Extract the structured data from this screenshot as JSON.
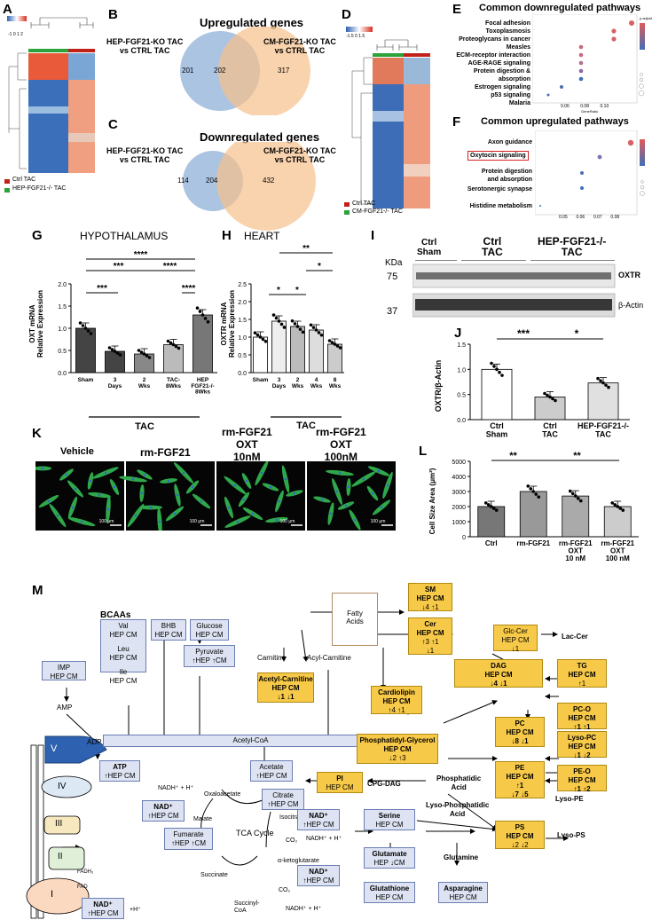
{
  "panels": {
    "A": {
      "letter": "A",
      "legend": [
        "Ctrl TAC",
        "HEP-FGF21-/- TAC"
      ],
      "scale": [
        "-1",
        "0",
        "1",
        "2"
      ],
      "colors": {
        "ctrl": "#c0221a",
        "ko": "#2aa33a"
      }
    },
    "B": {
      "letter": "B",
      "title": "Upregulated genes",
      "left": "HEP-FGF21-KO TAC\nvs CTRL TAC",
      "right": "CM-FGF21-KO TAC\nvs CTRL TAC",
      "n1": "201",
      "n2": "202",
      "n3": "317"
    },
    "C": {
      "letter": "C",
      "title": "Downregulated genes",
      "left": "HEP-FGF21-KO TAC\nvs CTRL TAC",
      "right": "CM-FGF21-KO TAC\nvs CTRL TAC",
      "n1": "114",
      "n2": "204",
      "n3": "432"
    },
    "D": {
      "letter": "D",
      "legend": [
        "Ctrl TAC",
        "CM-FGF21-/- TAC"
      ],
      "scale": [
        "-1.5",
        "0",
        "1.5"
      ]
    },
    "E": {
      "letter": "E",
      "title": "Common downregulated pathways",
      "pathways": [
        "Focal adhesion",
        "Toxoplasmosis",
        "Proteoglycans in cancer",
        "Measles",
        "ECM-receptor interaction",
        "AGE-RAGE signaling",
        "Protein digestion & absorption",
        "Estrogen signaling",
        "p53 signaling",
        "Malaria"
      ],
      "xticks": [
        "0.06",
        "0.08",
        "0.10"
      ],
      "xlabel": "GeneRatio",
      "legend_title": "p.adjust",
      "legend_vals": [
        "0.3",
        "0.2",
        "0.1"
      ],
      "count_title": "Count"
    },
    "F": {
      "letter": "F",
      "title": "Common upregulated pathways",
      "pathways": [
        "Axon guidance",
        "Oxytocin signaling",
        "Protein digestion\nand absorption",
        "Serotonergic synapse",
        "Histidine metabolism"
      ],
      "xticks": [
        "0.05",
        "0.06",
        "0.07",
        "0.08"
      ],
      "xlabel": "GeneRatio",
      "legend_title": "p.adjust",
      "legend_vals": [
        "0.3",
        "0.2",
        "0.1"
      ]
    },
    "G": {
      "letter": "G",
      "title": "HYPOTHALAMUS",
      "ylabel": "OXT mRNA\nRelative Expression",
      "yticks": [
        "0.0",
        "0.5",
        "1.0",
        "1.5",
        "2.0"
      ],
      "categories": [
        "Sham",
        "3\nDays",
        "2\nWks",
        "TAC-\n8Wks",
        "HEP\nFGF21-/-\n8Wks"
      ],
      "group": "TAC",
      "sig": [
        "***",
        "***",
        "****",
        "****",
        "****"
      ]
    },
    "H": {
      "letter": "H",
      "title": "HEART",
      "ylabel": "OXTR mRNA\nRelative Expression",
      "yticks": [
        "0.0",
        "0.5",
        "1.0",
        "1.5",
        "2.0",
        "2.5"
      ],
      "categories": [
        "Sham",
        "3\nDays",
        "2\nWks",
        "4\nWks",
        "8\nWks"
      ],
      "group": "TAC",
      "sig": [
        "**",
        "*",
        "*",
        "*"
      ]
    },
    "I": {
      "letter": "I",
      "kda": "KDa",
      "groups": [
        "Ctrl\nSham",
        "Ctrl\nTAC",
        "HEP-FGF21-/-\nTAC"
      ],
      "m75": "75",
      "m37": "37",
      "band1": "OXTR",
      "band2": "β-Actin"
    },
    "J": {
      "letter": "J",
      "ylabel": "OXTR/β-Actin",
      "yticks": [
        "0.0",
        "0.5",
        "1.0",
        "1.5"
      ],
      "categories": [
        "Ctrl\nSham",
        "Ctrl\nTAC",
        "HEP-FGF21-/-\nTAC"
      ],
      "sig": [
        "***",
        "*"
      ]
    },
    "K": {
      "letter": "K",
      "labels": [
        "Vehicle",
        "rm-FGF21",
        "rm-FGF21\nOXT\n10nM",
        "rm-FGF21\nOXT\n100nM"
      ],
      "scalebar": "100 μm"
    },
    "L": {
      "letter": "L",
      "ylabel": "Cell Size Area (μm²)",
      "yticks": [
        "0",
        "1000",
        "2000",
        "3000",
        "4000",
        "5000"
      ],
      "categories": [
        "Ctrl",
        "rm-FGF21",
        "rm-FGF21\nOXT\n10 nM",
        "rm-FGF21\nOXT\n100 nM"
      ],
      "sig": [
        "**",
        "**"
      ]
    },
    "M": {
      "letter": "M"
    }
  },
  "chart_data": [
    {
      "type": "bar",
      "title": "HYPOTHALAMUS",
      "ylabel": "OXT mRNA Relative Expression",
      "categories": [
        "Sham",
        "3 Days",
        "2 Wks",
        "TAC-8Wks",
        "HEP FGF21-/- 8Wks"
      ],
      "values": [
        1.0,
        0.48,
        0.42,
        0.63,
        1.3
      ],
      "ylim": [
        0,
        2.0
      ]
    },
    {
      "type": "bar",
      "title": "HEART",
      "ylabel": "OXTR mRNA Relative Expression",
      "categories": [
        "Sham",
        "3 Days",
        "2 Wks",
        "4 Wks",
        "8 Wks"
      ],
      "values": [
        1.0,
        1.45,
        1.3,
        1.2,
        0.8
      ],
      "ylim": [
        0,
        2.5
      ]
    },
    {
      "type": "bar",
      "ylabel": "OXTR/β-Actin",
      "categories": [
        "Ctrl Sham",
        "Ctrl TAC",
        "HEP-FGF21-/- TAC"
      ],
      "values": [
        1.0,
        0.45,
        0.73
      ],
      "ylim": [
        0,
        1.5
      ]
    },
    {
      "type": "bar",
      "ylabel": "Cell Size Area (μm²)",
      "categories": [
        "Ctrl",
        "rm-FGF21",
        "rm-FGF21 OXT 10 nM",
        "rm-FGF21 OXT 100 nM"
      ],
      "values": [
        2000,
        3000,
        2700,
        2000
      ],
      "ylim": [
        0,
        5000
      ]
    }
  ],
  "pathway": {
    "bcaas": "BCAAs",
    "val": "Val",
    "leu": "Leu",
    "ile": "Ile",
    "hepcm": "HEP CM",
    "bhb": "BHB",
    "glucose": "Glucose",
    "fatty": "Fatty\nAcids",
    "pyruvate": "Pyruvate",
    "pyruvate_v": "↑HEP ↑CM",
    "imp": "IMP",
    "amp": "AMP",
    "adp": "ADP",
    "carnitine": "Carnitine",
    "acylcarnitine": "Acyl-Carnitine",
    "acetylcarnitine": "Acetyl-Carnitine",
    "acetylcarnitine_v1": "HEP CM",
    "acetylcarnitine_v2": "↓1 ↓1",
    "acetylcoa": "Acetyl-CoA",
    "atp": "ATP",
    "atp_v": "↑HEP CM",
    "acetate": "Acetate",
    "acetate_v": "↑HEP CM",
    "citrate": "Citrate",
    "citrate_v": "↑HEP CM",
    "oxaloacetate": "Oxaloacetate",
    "malate": "Malate",
    "isocitrate": "Isocitrate",
    "nadh_h1": "NADH⁺ + H⁺",
    "nadh_h2": "NADH⁺ + H⁺",
    "nadh_h3": "NADH⁺ + H⁺",
    "nad1": "NAD⁺",
    "nad1_v": "↑HEP CM",
    "nad2": "NAD⁺",
    "nad2_v": "↑HEP CM",
    "nad3": "NAD⁺",
    "nad3_v": "↑HEP CM",
    "nad4": "NAD⁺",
    "nad4_v": "↑HEP CM",
    "fumarate": "Fumarate",
    "fumarate_v": "↑HEP ↑CM",
    "tca": "TCA Cycle",
    "succinate": "Succinate",
    "succinylcoa": "Succinyl-\nCoA",
    "akg": "α-ketoglutarate",
    "co2a": "CO₂",
    "co2b": "CO₂",
    "hplus": "+H⁺",
    "nadh": "NADH⁺",
    "fadh": "FADH₂",
    "fad": "FAD",
    "sm": "SM",
    "sm_v": "↓4 ↑1",
    "cer": "Cer",
    "cer_v": "↑3 ↑1",
    "cer_v2": "↓1",
    "glccer": "Glc-Cer",
    "glccer_v": "↓1",
    "laccer": "Lac-Cer",
    "dag": "DAG",
    "dag_v": "↓4 ↓1",
    "tg": "TG",
    "tg_v": "↑1",
    "cardiolipin": "Cardiolipin",
    "cardiolipin_v": "↑4 ↑1",
    "pg": "Phosphatidyl-Glycerol",
    "pg_v": "↓2 ↑3",
    "pi": "PI",
    "cpgdag": "CPG-DAG",
    "pa": "Phosphatidic\nAcid",
    "lpa": "Lyso-Phosphatidic\nAcid",
    "pc": "PC",
    "pc_v": "↓8 ↓1",
    "pco": "PC-O",
    "pco_v": "↑1 ↑1",
    "lysopc": "Lyso-PC",
    "lysopc_v": "↓1 ↓2",
    "pe": "PE",
    "pe_v": "↑1",
    "pe_v2": "↓7 ↓5",
    "peo": "PE-O",
    "peo_v": "↑1 ↑2",
    "lysope": "Lyso-PE",
    "ps": "PS",
    "ps_v": "↓2 ↓2",
    "lysops": "Lyso-PS",
    "serine": "Serine",
    "glutamate": "Glutamate",
    "glutamate_v": "HEP ↓CM",
    "glutamine": "Glutamine",
    "glutathione": "Glutathione",
    "asparagine": "Asparagine",
    "complexes": [
      "V",
      "IV",
      "III",
      "II",
      "I"
    ],
    "hepcm_bold": "HEP CM"
  }
}
